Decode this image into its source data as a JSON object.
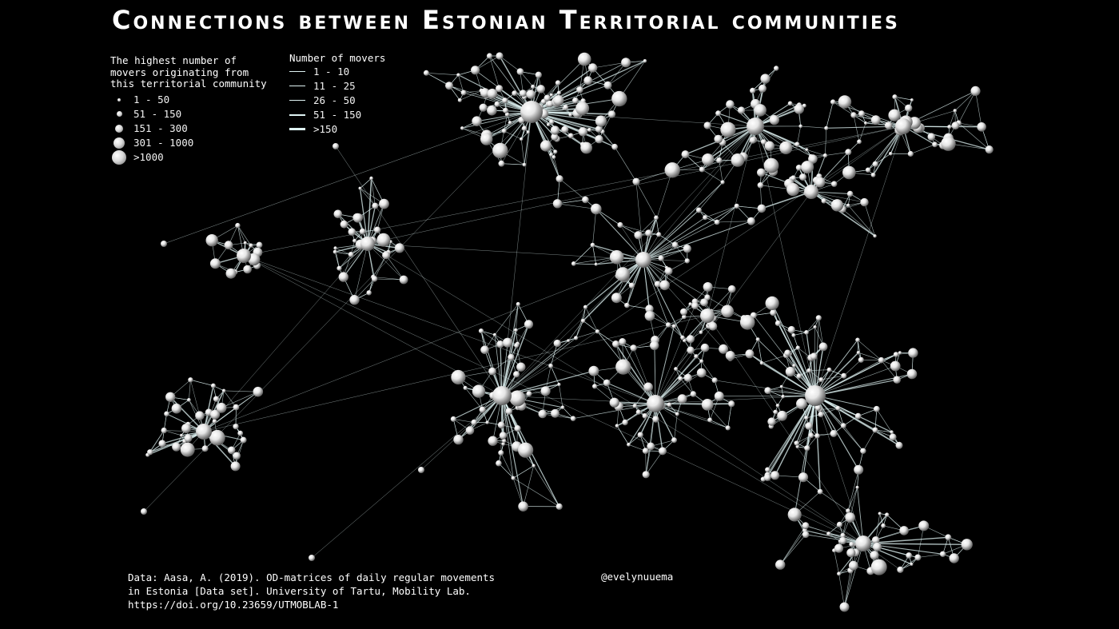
{
  "title": "Connections between Estonian Territorial communities",
  "legend_size": {
    "heading": "The highest number of\nmovers originating from\nthis territorial community",
    "items": [
      "1 - 50",
      "51 - 150",
      "151 - 300",
      "301 - 1000",
      ">1000"
    ]
  },
  "legend_lines": {
    "heading": "Number of movers",
    "items": [
      "1 - 10",
      "11 - 25",
      "26 - 50",
      "51 - 150",
      ">150"
    ]
  },
  "citation": "Data: Aasa, A. (2019). OD-matrices of daily regular movements\nin Estonia [Data set]. University of Tartu, Mobility Lab.\nhttps://doi.org/10.23659/UTMOBLAB-1",
  "credit": "@evelynuuema",
  "colors": {
    "background": "#000000",
    "node": "#ffffff",
    "link": "#dff3f3"
  }
}
